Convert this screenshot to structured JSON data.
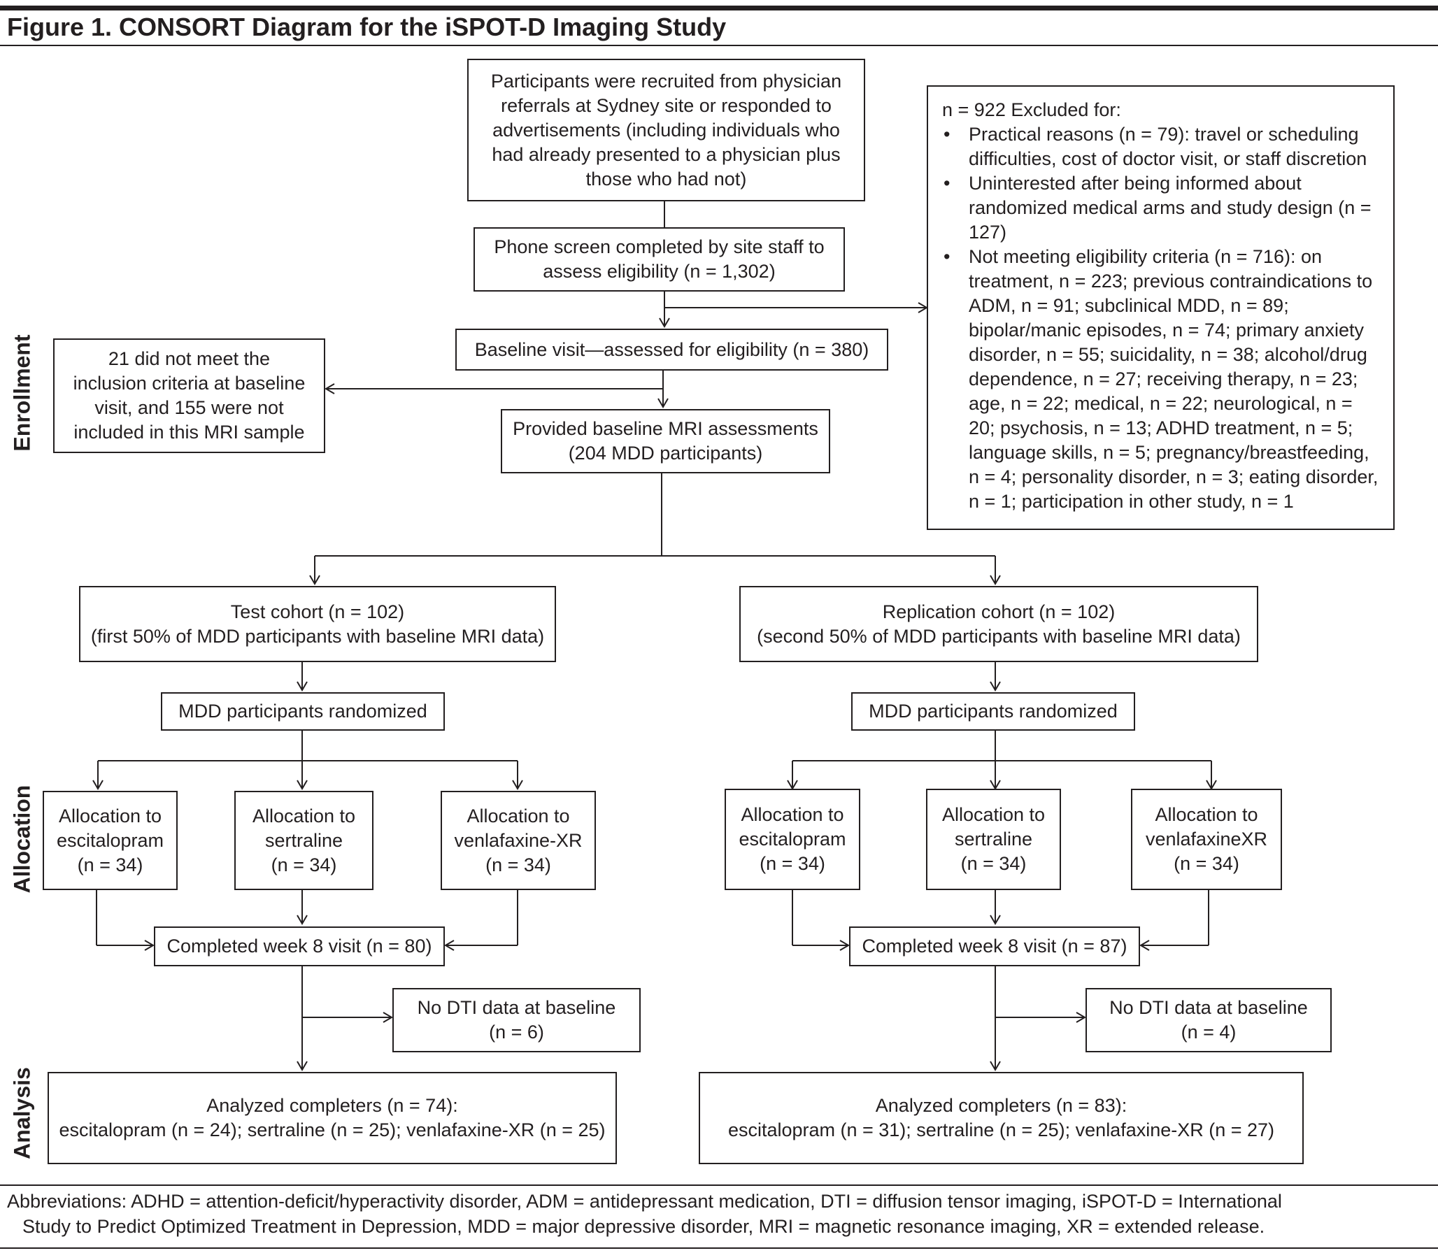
{
  "title": "Figure 1. CONSORT Diagram for the iSPOT-D Imaging Study",
  "phases": {
    "enrollment": "Enrollment",
    "allocation": "Allocation",
    "analysis": "Analysis"
  },
  "boxes": {
    "recruit": "Participants were recruited from physician\nreferrals at Sydney site or responded to\nadvertisements (including individuals who\nhad already presented to a physician plus\nthose who had not)",
    "phone": "Phone screen completed by site staff to\nassess eligibility (n =  1,302)",
    "baseline": "Baseline visit—assessed for eligibility (n = 380)",
    "not_included": "21 did not meet the\ninclusion criteria at baseline\nvisit, and 155 were not\nincluded in this MRI sample",
    "mri": "Provided baseline MRI assessments\n(204 MDD participants)",
    "test_cohort": "Test cohort (n = 102)\n(first 50% of MDD participants with baseline MRI data)",
    "rep_cohort": "Replication cohort (n = 102)\n(second 50% of MDD participants with baseline MRI data)",
    "test_random": "MDD participants randomized",
    "rep_random": "MDD participants randomized",
    "test_esc": "Allocation to\nescitalopram\n(n = 34)",
    "test_ser": "Allocation to\nsertraline\n(n = 34)",
    "test_ven": "Allocation to\nvenlafaxine-XR\n(n = 34)",
    "rep_esc": "Allocation to\nescitalopram\n(n = 34)",
    "rep_ser": "Allocation to\nsertraline\n(n = 34)",
    "rep_ven": "Allocation to\nvenlafaxineXR\n(n = 34)",
    "test_week8": "Completed week 8 visit (n = 80)",
    "rep_week8": "Completed week 8 visit (n = 87)",
    "test_nodti": "No DTI data at baseline\n(n = 6)",
    "rep_nodti": "No DTI data at baseline\n(n = 4)",
    "test_analyzed": "Analyzed completers (n = 74):\nescitalopram (n = 24); sertraline (n = 25); venlafaxine-XR (n = 25)",
    "rep_analyzed": "Analyzed completers (n = 83):\nescitalopram (n = 31);  sertraline (n = 25); venlafaxine-XR (n = 27)"
  },
  "excluded": {
    "heading": "n = 922 Excluded for:",
    "items": [
      "Practical reasons (n = 79): travel or scheduling difficulties, cost of doctor visit, or staff discretion",
      "Uninterested after being informed about randomized medical arms and study design (n = 127)",
      "Not meeting eligibility criteria  (n = 716): on treatment, n = 223; previous contraindications to ADM, n = 91; subclinical MDD, n = 89; bipolar/manic episodes, n = 74; primary anxiety disorder, n = 55; suicidality, n = 38; alcohol/drug dependence, n = 27; receiving therapy, n = 23; age, n = 22; medical, n = 22; neurological, n = 20; psychosis, n = 13; ADHD treatment, n = 5; language skills, n = 5; pregnancy/breastfeeding, n = 4; personality disorder, n = 3; eating disorder, n = 1; participation in other study, n = 1"
    ]
  },
  "footnote": {
    "line1": "Abbreviations: ADHD = attention-deficit/hyperactivity disorder, ADM = antidepressant medication, DTI = diffusion tensor imaging, iSPOT-D = International",
    "line2": "Study to Predict Optimized Treatment in Depression, MDD = major depressive disorder, MRI = magnetic resonance imaging, XR = extended release."
  }
}
